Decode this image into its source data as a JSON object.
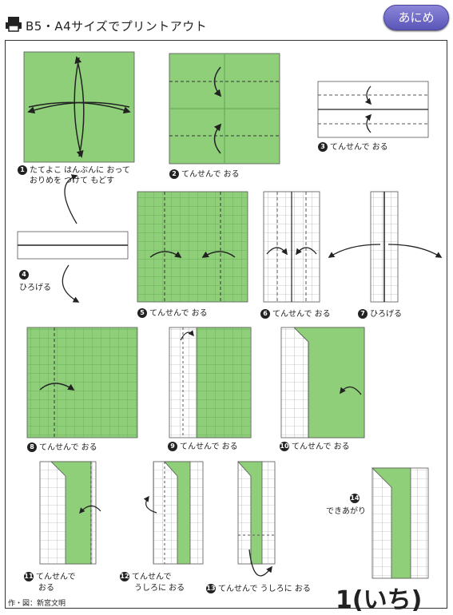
{
  "header": {
    "title": "B5・A4サイズでプリントアウト",
    "badge": "あにめ"
  },
  "steps": [
    {
      "num": "1",
      "text": "たてよこ はんぶんに おって"
    },
    {
      "num": "",
      "text": "おりめを つけて もどす"
    },
    {
      "num": "2",
      "text": "てんせんで おる"
    },
    {
      "num": "3",
      "text": "てんせんで おる"
    },
    {
      "num": "4",
      "text": "ひろげる"
    },
    {
      "num": "5",
      "text": "てんせんで おる"
    },
    {
      "num": "6",
      "text": "てんせんで おる"
    },
    {
      "num": "7",
      "text": "ひろげる"
    },
    {
      "num": "8",
      "text": "てんせんで おる"
    },
    {
      "num": "9",
      "text": "てんせんで おる"
    },
    {
      "num": "10",
      "text": "てんせんで おる"
    },
    {
      "num": "11",
      "text": "てんせんで"
    },
    {
      "num": "",
      "text": "おる"
    },
    {
      "num": "12",
      "text": "てんせんで"
    },
    {
      "num": "",
      "text": "うしろに おる"
    },
    {
      "num": "13",
      "text": "てんせんで うしろに おる"
    },
    {
      "num": "14",
      "text": "できあがり"
    }
  ],
  "footer": {
    "credit": "作・図：新宮文明",
    "page_number": "1(いち)"
  },
  "colors": {
    "paper_green": "#8fcf7a",
    "grid_line": "#5fa650",
    "badge": "#6a64c4"
  }
}
